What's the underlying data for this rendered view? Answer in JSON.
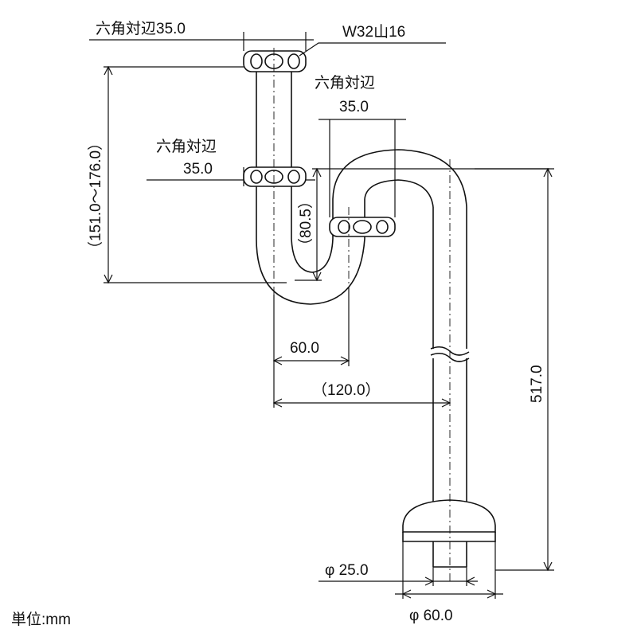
{
  "labels": {
    "hex_top": "六角対辺35.0",
    "thread": "W32山16",
    "hex_right_1": "六角対辺",
    "hex_right_2": "35.0",
    "hex_left_1": "六角対辺",
    "hex_left_2": "35.0",
    "height_range": "（151.0～176.0）",
    "trap_depth": "（80.5）",
    "offset": "60.0",
    "offset_total": "（120.0）",
    "total_height": "517.0",
    "pipe_dia": "φ 25.0",
    "flange_dia": "φ 60.0",
    "unit": "単位:mm"
  }
}
